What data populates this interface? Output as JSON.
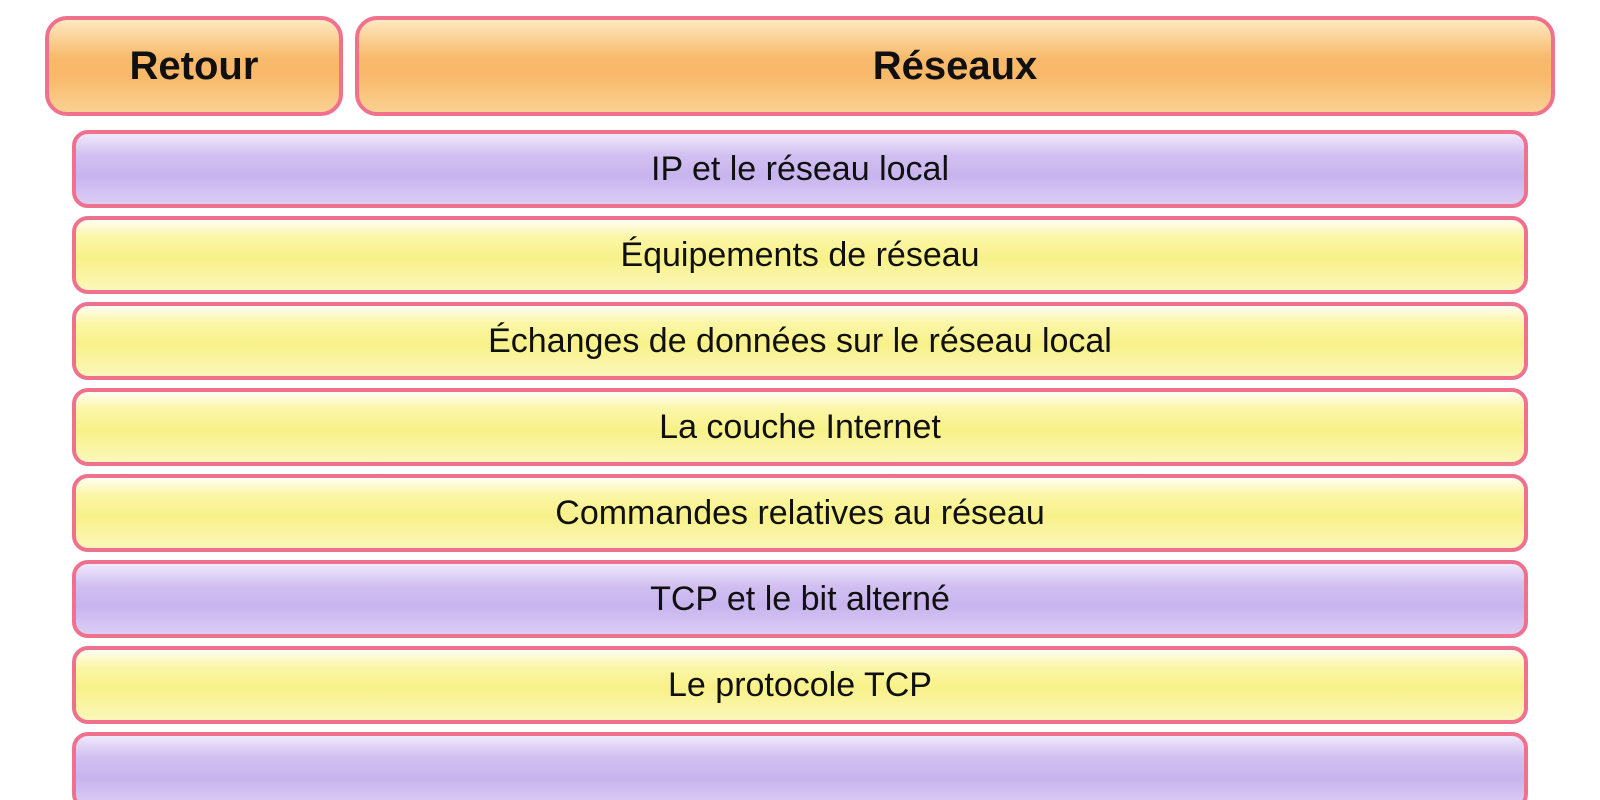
{
  "header": {
    "back_label": "Retour",
    "title": "Réseaux"
  },
  "menu": {
    "items": [
      {
        "label": "IP et le réseau local",
        "variant": "purple"
      },
      {
        "label": "Équipements de réseau",
        "variant": "yellow"
      },
      {
        "label": "Échanges de données sur le réseau local",
        "variant": "yellow"
      },
      {
        "label": "La couche Internet",
        "variant": "yellow"
      },
      {
        "label": "Commandes relatives au réseau",
        "variant": "yellow"
      },
      {
        "label": "TCP et le bit alterné",
        "variant": "purple"
      },
      {
        "label": "Le protocole TCP",
        "variant": "yellow"
      },
      {
        "label": "",
        "variant": "purple"
      }
    ]
  },
  "colors": {
    "background": "#ffffff",
    "text": "#101010",
    "border": "#f0718e",
    "orange_top": "#fde9c0",
    "orange_mid": "#f8b96a",
    "orange_bottom": "#fbd193",
    "yellow_top": "#fffef2",
    "yellow_mid": "#f8f189",
    "yellow_bottom": "#fbf7bb",
    "purple_top": "#f0e9fc",
    "purple_mid": "#c8b4ee",
    "purple_bottom": "#dbcdf5"
  }
}
